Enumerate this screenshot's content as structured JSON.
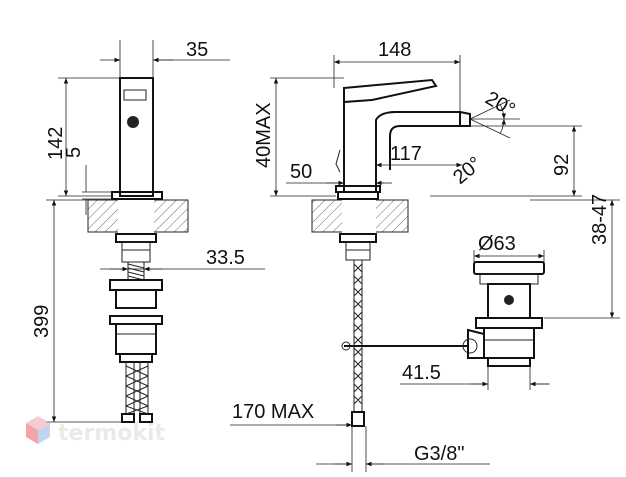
{
  "dimensions": {
    "top_width": "35",
    "height_142": "142",
    "offset_5": "5",
    "depth_399": "399",
    "thread_33_5": "33.5",
    "height_40max": "40MAX",
    "spout_148": "148",
    "spout_117": "117",
    "angle_up": "20°",
    "angle_down": "20°",
    "base_50": "50",
    "height_92": "92",
    "deck_38_47": "38-47",
    "waste_d63": "Ø63",
    "rod_41_5": "41.5",
    "hose_170max": "170 MAX",
    "thread_g38": "G3/8\""
  },
  "watermark": {
    "brand": "termokit",
    "colors": {
      "top": "#f2a0a8",
      "left": "#e65a6a",
      "right": "#8fb4e6"
    }
  }
}
